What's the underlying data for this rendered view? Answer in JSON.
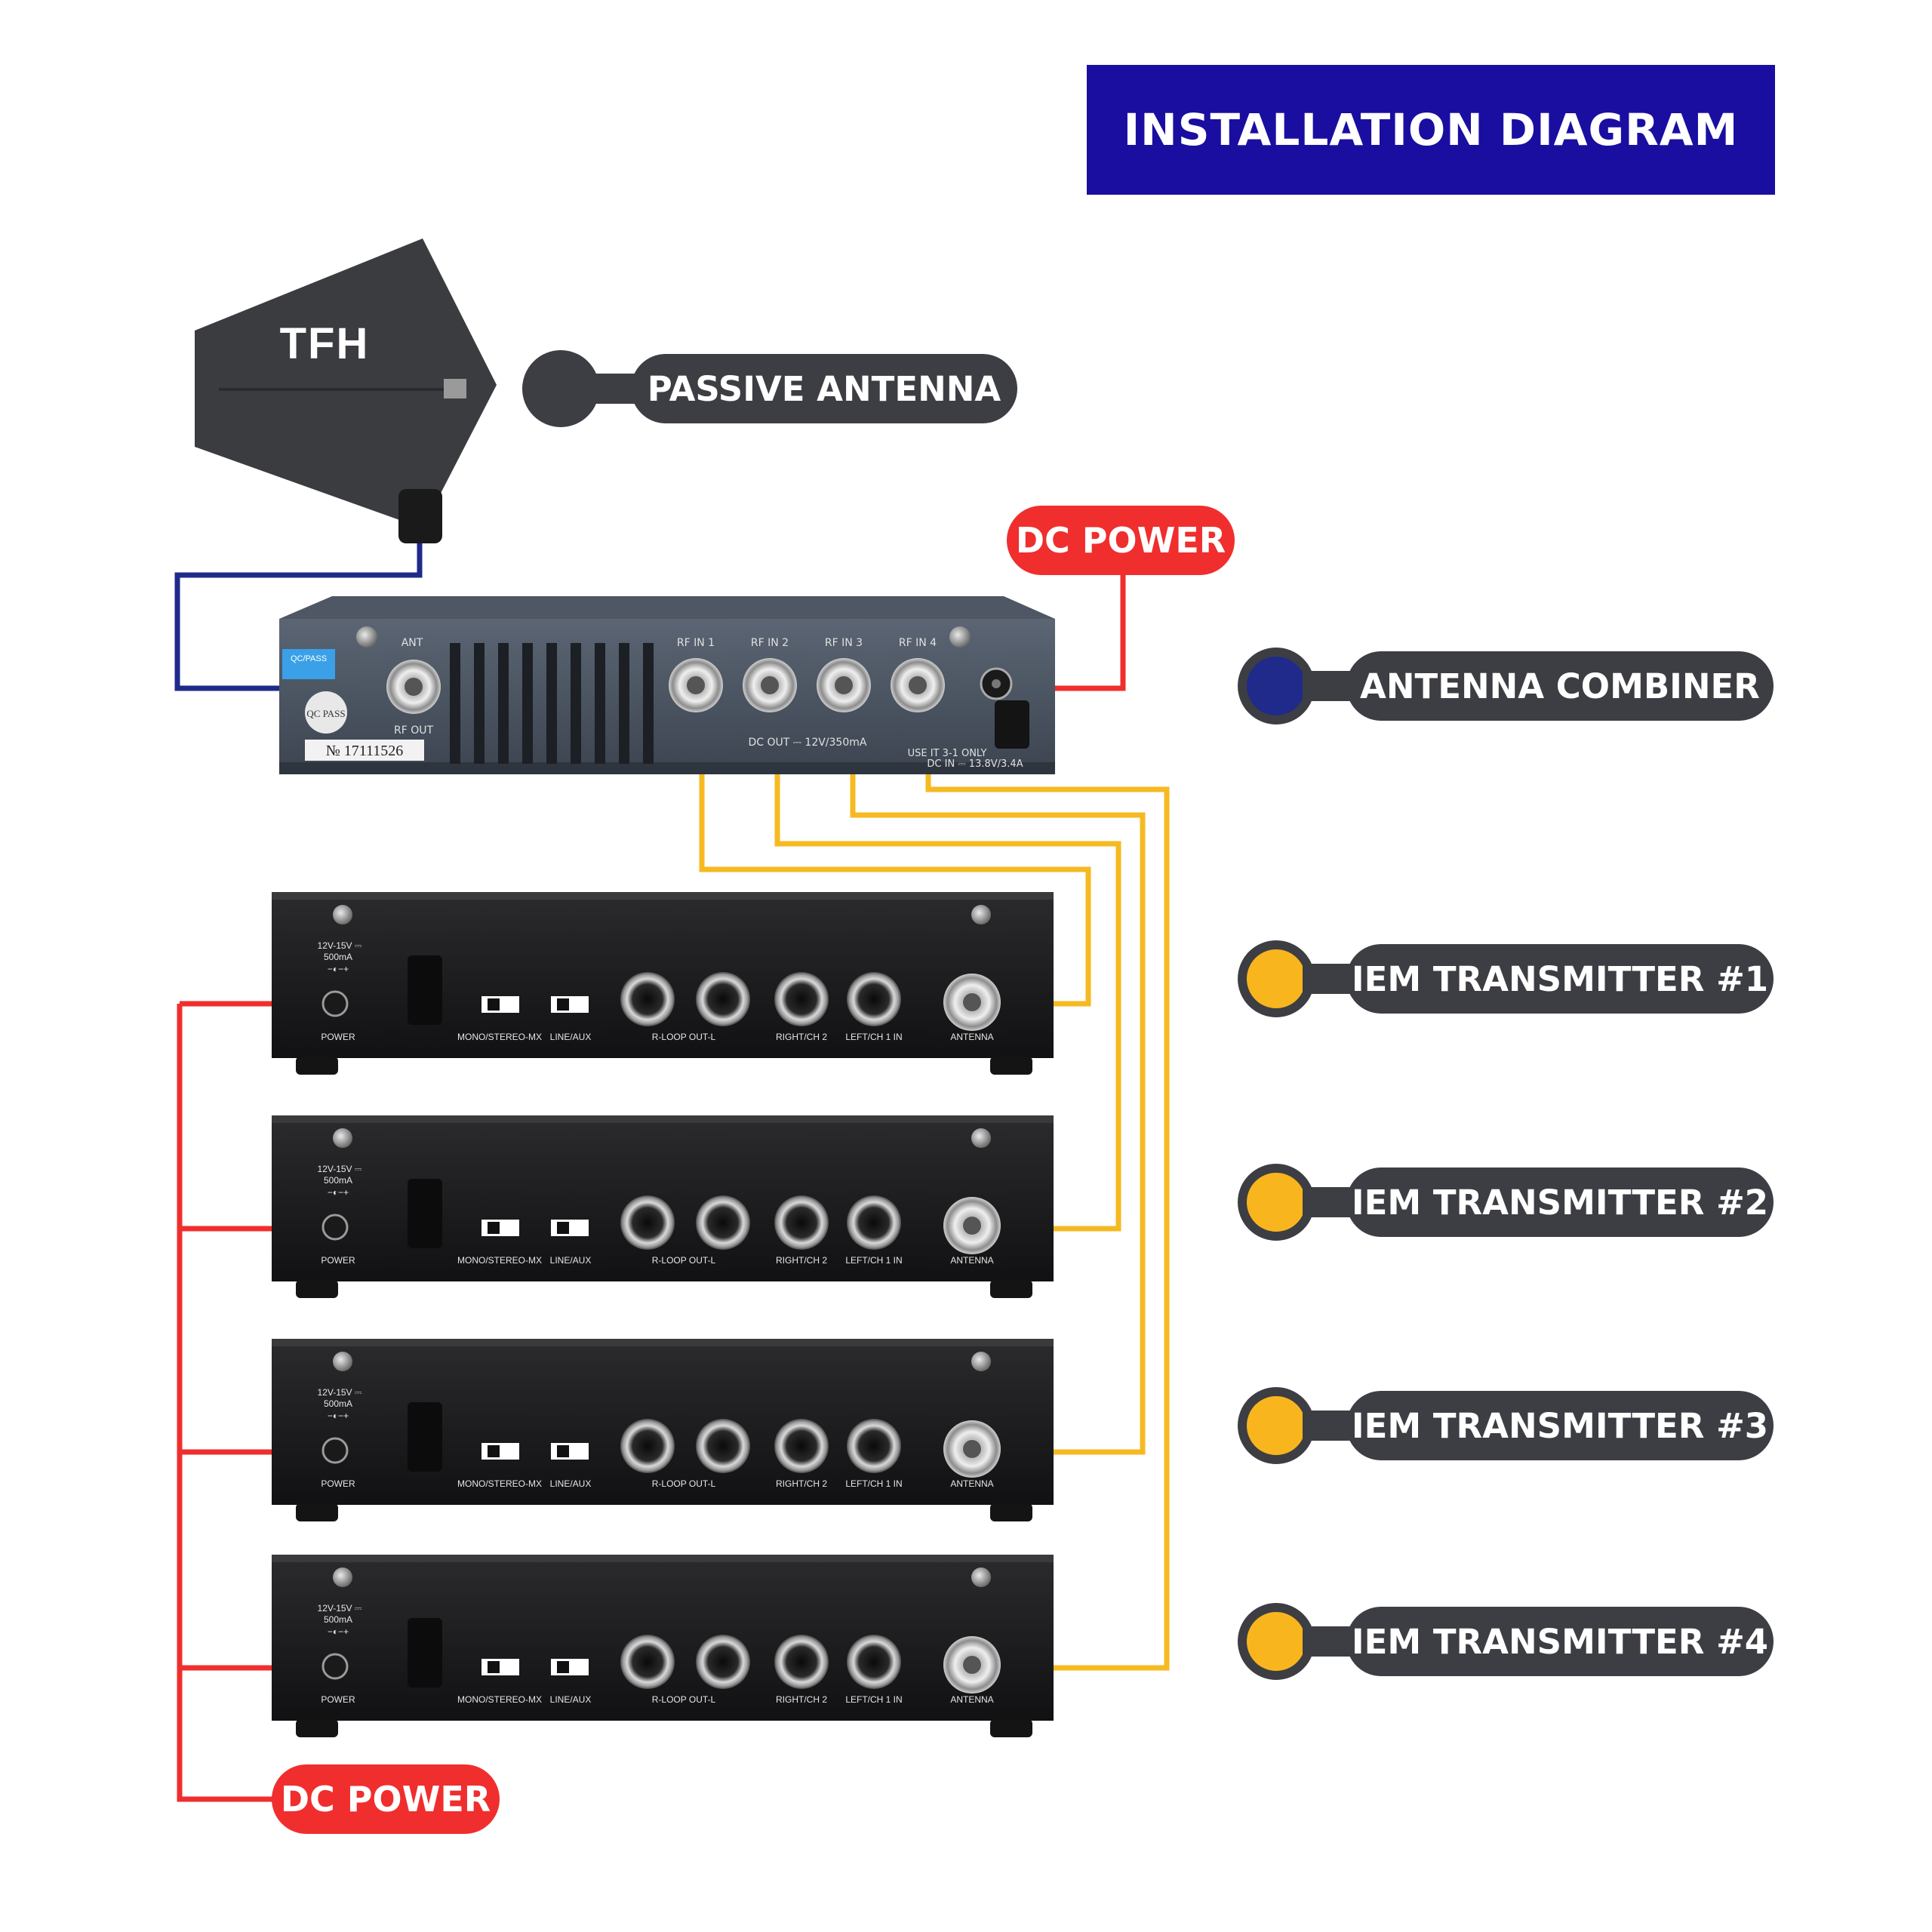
{
  "title": "INSTALLATION DIAGRAM",
  "antenna": {
    "logo": "TFH",
    "label": "PASSIVE ANTENNA"
  },
  "combiner": {
    "label": "ANTENNA COMBINER",
    "ports": {
      "ant": "ANT",
      "rf_out": "RF OUT",
      "rf_in_1": "RF IN 1",
      "rf_in_2": "RF IN 2",
      "rf_in_3": "RF IN 3",
      "rf_in_4": "RF IN 4"
    },
    "sticker": "QC/PASS",
    "qc_seal": "QC PASS",
    "serial": "№ 17111526",
    "dc_out": "DC OUT ⎓ 12V/350mA",
    "use_note": "USE IT 3-1 ONLY",
    "dc_in": "DC IN ⎓ 13.8V/3.4A"
  },
  "dc_power_top": "DC POWER",
  "dc_power_bottom": "DC POWER",
  "transmitters": [
    {
      "label": "IEM TRANSMITTER #1"
    },
    {
      "label": "IEM TRANSMITTER #2"
    },
    {
      "label": "IEM TRANSMITTER #3"
    },
    {
      "label": "IEM TRANSMITTER #4"
    }
  ],
  "transmitter_panel": {
    "power_spec_1": "12V-15V ⎓",
    "power_spec_2": "500mA",
    "power_polarity": "−◐−+",
    "power": "POWER",
    "mono_stereo": "MONO/STEREO-MX",
    "line_aux": "LINE/AUX",
    "r_loop": "R-LOOP OUT-L",
    "right_ch2": "RIGHT/CH 2",
    "left_ch1": "LEFT/CH 1 IN",
    "antenna": "ANTENNA"
  },
  "colors": {
    "title_bg": "#1a0ea1",
    "pill_bg": "#3d3e43",
    "combiner_dot": "#1f2a8a",
    "transmitter_dot": "#f8b51e",
    "red": "#f02e2e",
    "yellow_wire": "#f6b921",
    "blue_wire": "#1f2a8a"
  },
  "icons": [
    "bnc-connector-icon",
    "quarter-inch-jack-icon",
    "dc-jack-icon",
    "screw-icon",
    "switch-icon"
  ]
}
